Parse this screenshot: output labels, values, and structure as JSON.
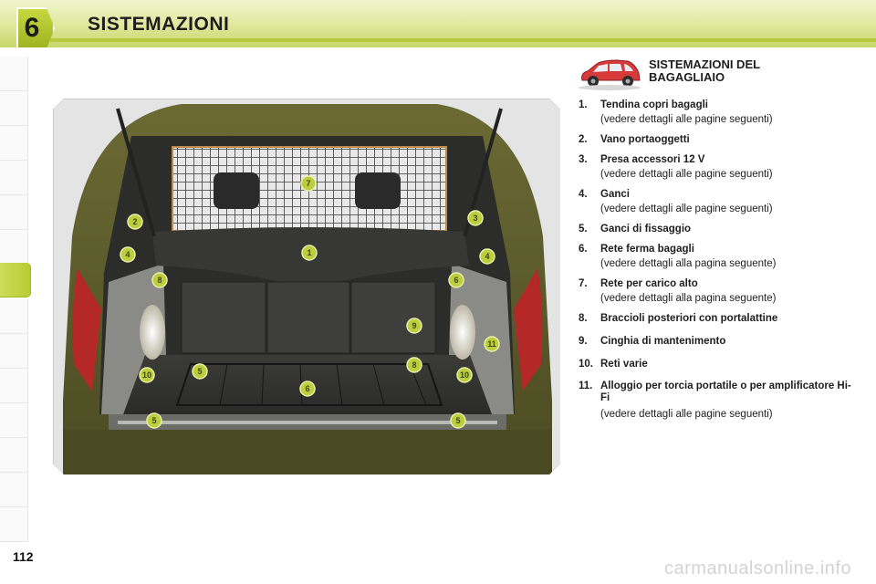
{
  "header": {
    "chapter_number": "6",
    "title": "SISTEMAZIONI"
  },
  "section": {
    "title": "SISTEMAZIONI DEL BAGAGLIAIO",
    "icon": "car-icon"
  },
  "colors": {
    "accent": "#c3d43a",
    "marker": "#b9cc3c",
    "car": "#d63a3a"
  },
  "items": [
    {
      "num": "1.",
      "title": "Tendina copri bagagli",
      "detail": "(vedere dettagli alle pagine seguenti)"
    },
    {
      "num": "2.",
      "title": "Vano portaoggetti",
      "detail": ""
    },
    {
      "num": "3.",
      "title": "Presa accessori 12 V",
      "detail": "(vedere dettagli alle pagine seguenti)"
    },
    {
      "num": "4.",
      "title": "Ganci",
      "detail": "(vedere dettagli alle pagine seguenti)"
    },
    {
      "num": "5.",
      "title": "Ganci di fissaggio",
      "detail": ""
    },
    {
      "num": "6.",
      "title": "Rete ferma bagagli",
      "detail": "(vedere dettagli alla pagina seguente)"
    },
    {
      "num": "7.",
      "title": "Rete per carico alto",
      "detail": "(vedere dettagli alla pagina seguente)"
    },
    {
      "num": "8.",
      "title": "Braccioli posteriori con portalattine",
      "detail": ""
    },
    {
      "num": "9.",
      "title": "Cinghia di mantenimento",
      "detail": ""
    },
    {
      "num": "10.",
      "title": "Reti varie",
      "detail": ""
    },
    {
      "num": "11.",
      "title": "Alloggio per torcia portatile o per amplificatore Hi-Fi",
      "detail": "(vedere dettagli alle pagine seguenti)"
    }
  ],
  "photo_markers": [
    "1",
    "2",
    "3",
    "4",
    "4",
    "5",
    "5",
    "5",
    "6",
    "6",
    "7",
    "8",
    "8",
    "9",
    "9",
    "10",
    "10",
    "11"
  ],
  "page_number": "112",
  "watermark": "carmanualsonline.info"
}
